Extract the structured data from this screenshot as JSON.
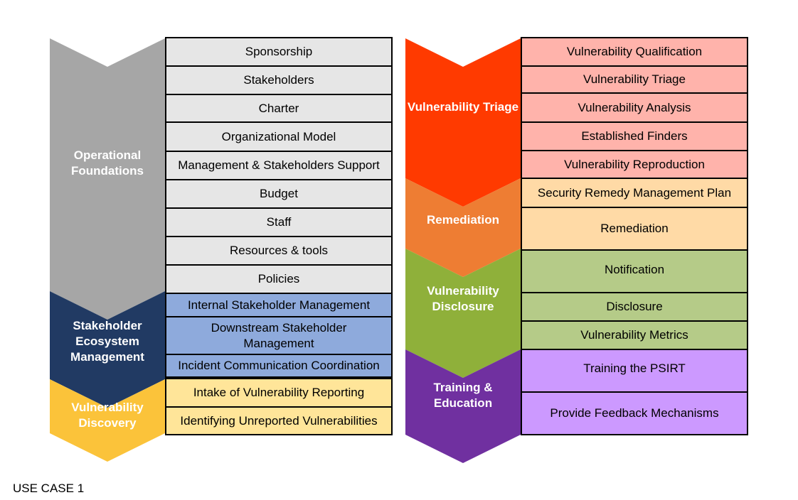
{
  "left": {
    "categories": [
      {
        "label": "Operational Foundations",
        "color": "#a6a6a6"
      },
      {
        "label": "Stakeholder Ecosystem Management",
        "color": "#213a63"
      },
      {
        "label": "Vulnerability Discovery",
        "color": "#fbc33a"
      }
    ],
    "items": [
      "Sponsorship",
      "Stakeholders",
      "Charter",
      "Organizational Model",
      "Management & Stakeholders Support",
      "Budget",
      "Staff",
      "Resources & tools",
      "Policies",
      "Internal Stakeholder Management",
      "Downstream Stakeholder Management",
      "Incident Communication Coordination",
      "Intake of Vulnerability Reporting",
      "Identifying Unreported Vulnerabilities"
    ]
  },
  "right": {
    "categories": [
      {
        "label": "Vulnerability Triage",
        "color": "#ff3a00"
      },
      {
        "label": "Remediation",
        "color": "#ee7d33"
      },
      {
        "label": "Vulnerability Disclosure",
        "color": "#8fb03a"
      },
      {
        "label": "Training & Education",
        "color": "#7030a0"
      }
    ],
    "items": [
      "Vulnerability Qualification",
      "Vulnerability Triage",
      "Vulnerability Analysis",
      "Established Finders",
      "Vulnerability Reproduction",
      "Security Remedy Management Plan",
      "Remediation",
      "Notification",
      "Disclosure",
      "Vulnerability Metrics",
      "Training the PSIRT",
      "Provide Feedback Mechanisms"
    ]
  },
  "footer": {
    "text": "USE CASE 1"
  }
}
